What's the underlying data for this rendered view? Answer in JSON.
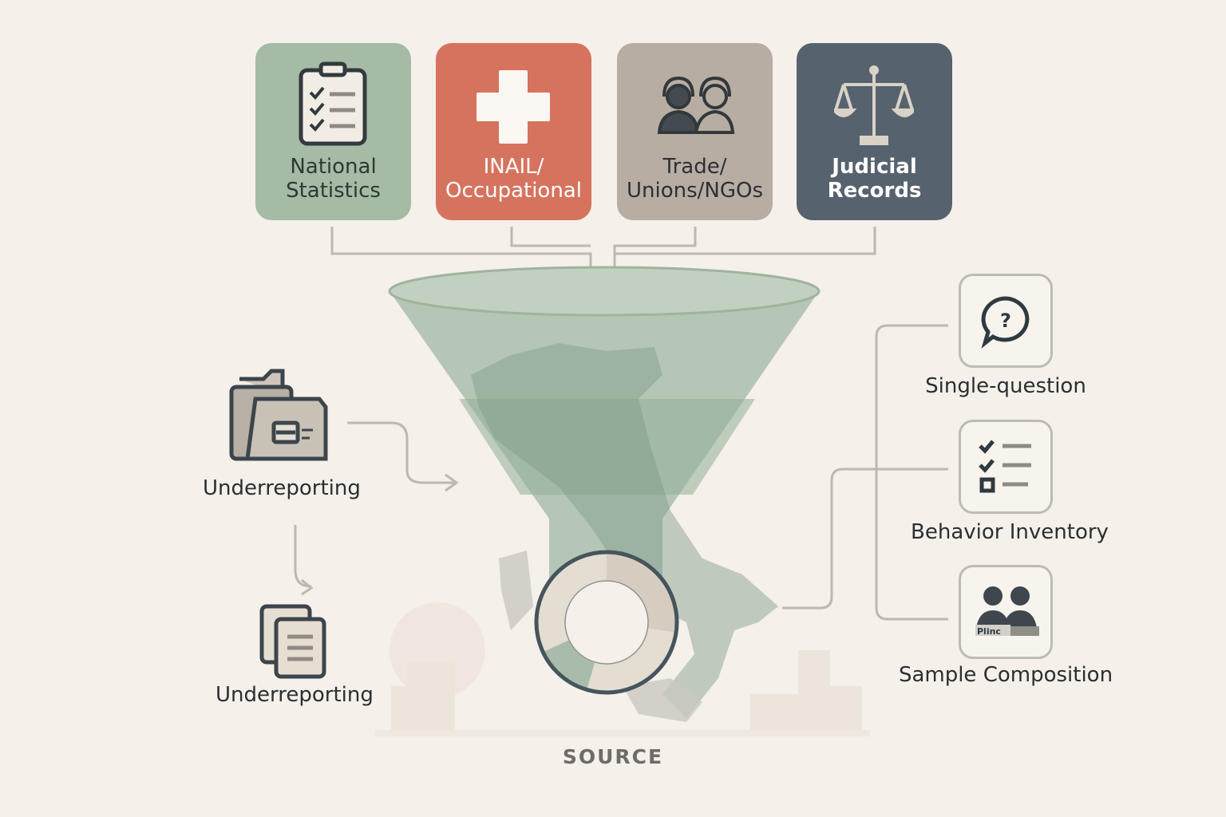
{
  "sources": [
    {
      "label_line1": "National",
      "label_line2": "Statistics",
      "icon": "clipboard-checklist-icon",
      "color": "#a6bba5",
      "text_color": "#2c3a34"
    },
    {
      "label_line1": "INAIL/",
      "label_line2": "Occupational",
      "icon": "medical-cross-icon",
      "color": "#d6735e",
      "text_color": "#ffffff"
    },
    {
      "label_line1": "Trade/",
      "label_line2": "Unions/NGOs",
      "icon": "people-headset-icon",
      "color": "#b8ada3",
      "text_color": "#2c3034"
    },
    {
      "label_line1": "Judicial",
      "label_line2": "Records",
      "icon": "scales-of-justice-icon",
      "color": "#56636e",
      "text_color": "#ffffff"
    }
  ],
  "left_items": [
    {
      "label": "Underreporting",
      "icon": "folder-files-icon"
    },
    {
      "label": "Underreporting",
      "icon": "stacked-documents-icon"
    }
  ],
  "methods": [
    {
      "label": "Single-question",
      "icon": "question-bubble-icon"
    },
    {
      "label": "Behavior Inventory",
      "icon": "checklist-icon"
    },
    {
      "label": "Sample Composition",
      "icon": "group-people-icon",
      "icon_text": "Plinc"
    }
  ],
  "footer": {
    "label": "SOURCE"
  },
  "colors": {
    "background": "#f5f0e9",
    "funnel": "#8fae98",
    "connector": "#b9bab2",
    "ink": "#2f3a40"
  }
}
